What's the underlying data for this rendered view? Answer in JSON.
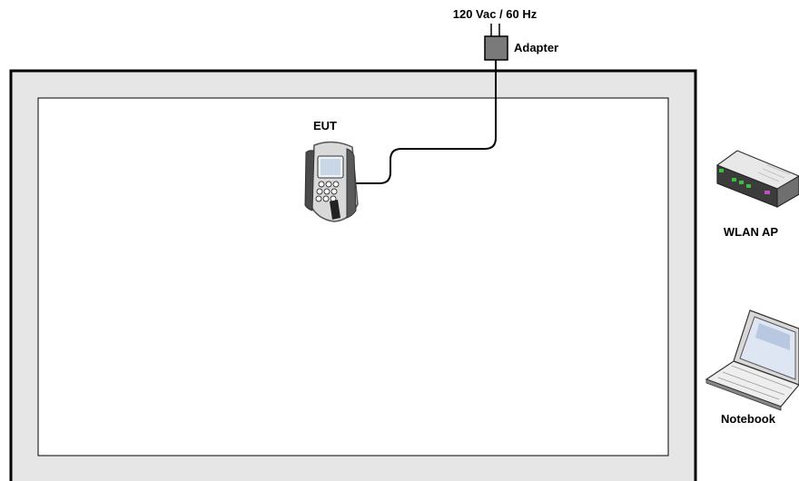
{
  "labels": {
    "power": "120 Vac / 60 Hz",
    "adapter": "Adapter",
    "eut": "EUT",
    "wlan_ap": "WLAN AP",
    "notebook": "Notebook"
  },
  "icons": {
    "eut": "handheld-terminal-icon",
    "wlan_ap": "router-icon",
    "notebook": "laptop-icon",
    "adapter": "power-adapter-icon"
  },
  "colors": {
    "table_outer": "#e6e6e6",
    "table_inner": "#ffffff",
    "table_border": "#000000",
    "adapter": "#7a7a7a",
    "cable": "#000000"
  }
}
